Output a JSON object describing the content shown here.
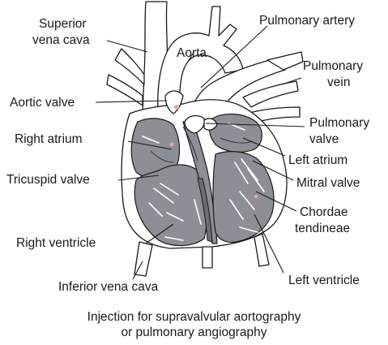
{
  "labels": {
    "superior_vena_cava": [
      "Superior",
      "vena cava"
    ],
    "aorta": "Aorta",
    "pulmonary_artery": "Pulmonary artery",
    "pulmonary_vein": [
      "Pulmonary",
      "vein"
    ],
    "aortic_valve": "Aortic valve",
    "pulmonary_valve": [
      "Pulmonary",
      "valve"
    ],
    "right_atrium": "Right atrium",
    "left_atrium": "Left atrium",
    "tricuspid_valve": "Tricuspid valve",
    "mitral_valve": "Mitral valve",
    "chordae_tendineae": [
      "Chordae",
      "tendineae"
    ],
    "right_ventricle": "Right ventricle",
    "inferior_vena_cava": "Inferior vena cava",
    "left_ventricle": "Left ventricle"
  },
  "caption": [
    "Injection for supravalvular aortography",
    "or pulmonary angiography"
  ]
}
